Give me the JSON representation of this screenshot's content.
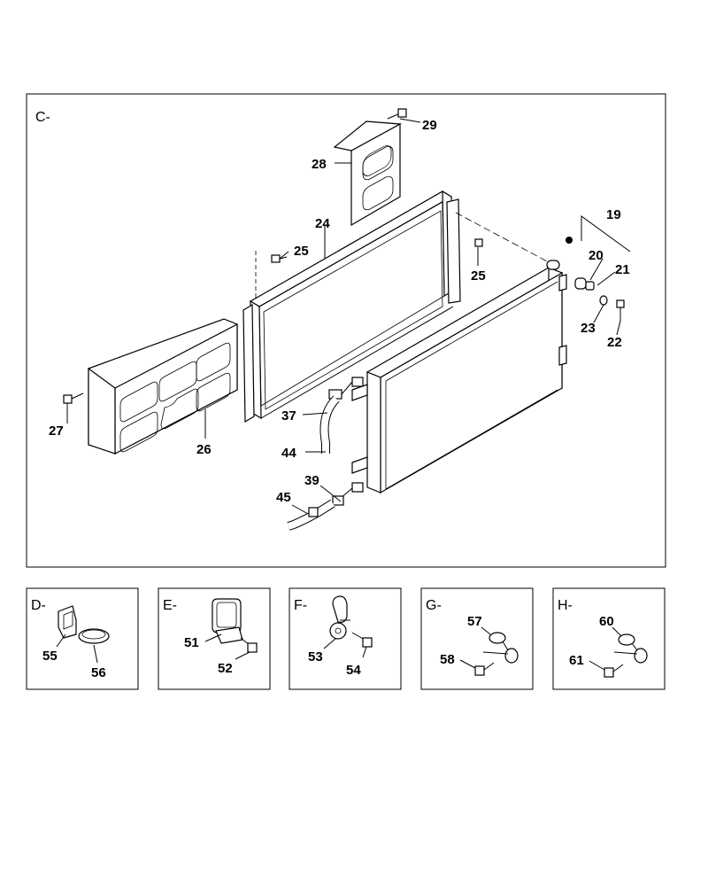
{
  "panels": {
    "C": {
      "label": "C-",
      "parts": [
        "19",
        "20",
        "21",
        "22",
        "23",
        "24",
        "25",
        "25",
        "26",
        "27",
        "28",
        "29",
        "37",
        "39",
        "44",
        "45"
      ]
    },
    "D": {
      "label": "D-",
      "parts": [
        "55",
        "56"
      ]
    },
    "E": {
      "label": "E-",
      "parts": [
        "51",
        "52"
      ]
    },
    "F": {
      "label": "F-",
      "parts": [
        "53",
        "54"
      ]
    },
    "G": {
      "label": "G-",
      "parts": [
        "57",
        "58"
      ]
    },
    "H": {
      "label": "H-",
      "parts": [
        "60",
        "61"
      ]
    }
  }
}
